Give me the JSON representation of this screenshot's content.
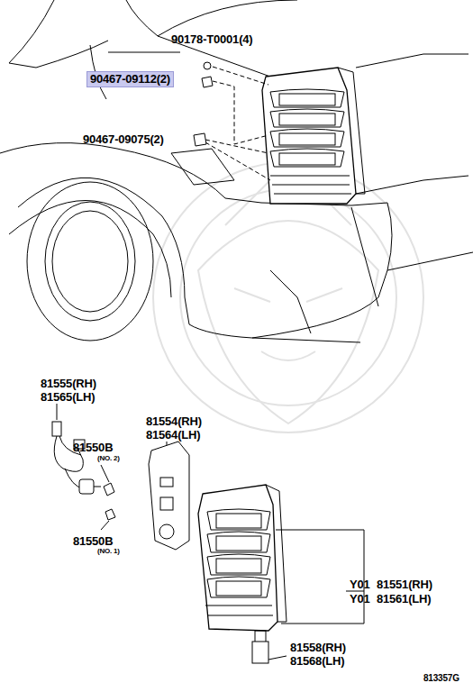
{
  "diagram": {
    "nodes": [
      {
        "text": [
          "90467-09112(2)"
        ]
      }
    ],
    "labels": [
      "90178-T0001(4)",
      "90467-09075(2)",
      "81555(RH)",
      "81565(LH)",
      "81550B",
      "(NO. 2)",
      "81550B",
      "(NO. 1)",
      "81554(RH)",
      "81564(LH)",
      "Y01",
      "81551(RH)",
      "Y01",
      "81561(LH)",
      "81558(RH)",
      "81568(LH)",
      "813357G"
    ]
  }
}
